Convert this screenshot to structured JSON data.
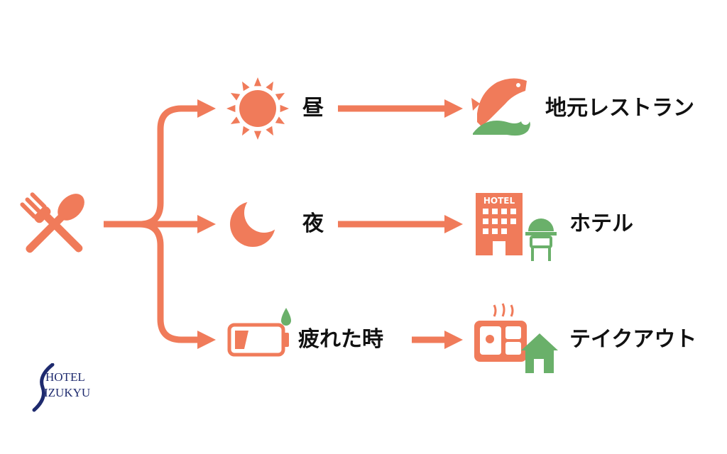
{
  "colors": {
    "accent": "#f07b5a",
    "green": "#6ab06a",
    "text": "#111111",
    "logo": "#1e2a6e"
  },
  "icons": {
    "start": "fork-spoon-icon",
    "day": "sun-icon",
    "night": "crescent-moon-icon",
    "tired": "low-battery-sweat-icon",
    "restaurant": "sea-bream-wave-icon",
    "hotel": "hotel-building-icon",
    "takeout": "bento-house-icon"
  },
  "diagram": {
    "branches": [
      {
        "time": "昼",
        "destination": "地元レストラン"
      },
      {
        "time": "夜",
        "destination": "ホテル"
      },
      {
        "time": "疲れた時",
        "destination": "テイクアウト"
      }
    ],
    "hotel_sign": "HOTEL"
  },
  "logo": {
    "line1": "HOTEL",
    "line2": "IZUKYU"
  }
}
